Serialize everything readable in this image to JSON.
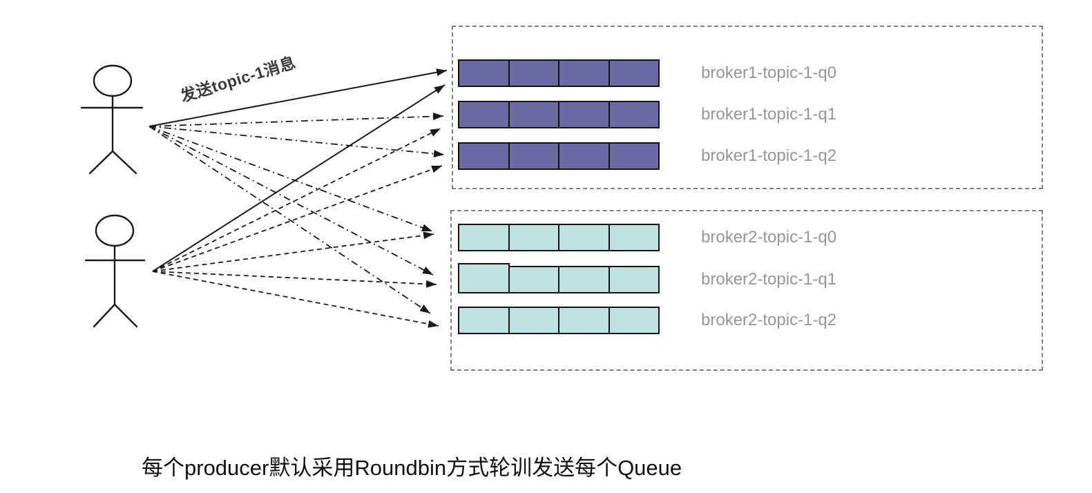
{
  "arrow_label": "发送topic-1消息",
  "caption": "每个producer默认采用Roundbin方式轮训发送每个Queue",
  "producers": [
    {
      "id": "producer1",
      "arrow_styles": [
        "solid",
        "dash-dot"
      ]
    },
    {
      "id": "producer2",
      "arrow_styles": [
        "solid",
        "dashed"
      ]
    }
  ],
  "brokers": [
    {
      "name": "broker1",
      "queue_fill": "#6B6BA4",
      "cells_per_queue": 4,
      "queues": [
        "broker1-topic-1-q0",
        "broker1-topic-1-q1",
        "broker1-topic-1-q2"
      ]
    },
    {
      "name": "broker2",
      "queue_fill": "#C0E1E3",
      "cells_per_queue": 4,
      "queues": [
        "broker2-topic-1-q0",
        "broker2-topic-1-q1",
        "broker2-topic-1-q2"
      ]
    }
  ],
  "colors": {
    "background": "#FFFFFF",
    "line": "#1A1A1A",
    "queue_border": "#111111",
    "box_border": "#808080",
    "queue_label_text": "#969696",
    "arrow_label_text": "#3A3A3A",
    "caption_text": "#111111"
  }
}
